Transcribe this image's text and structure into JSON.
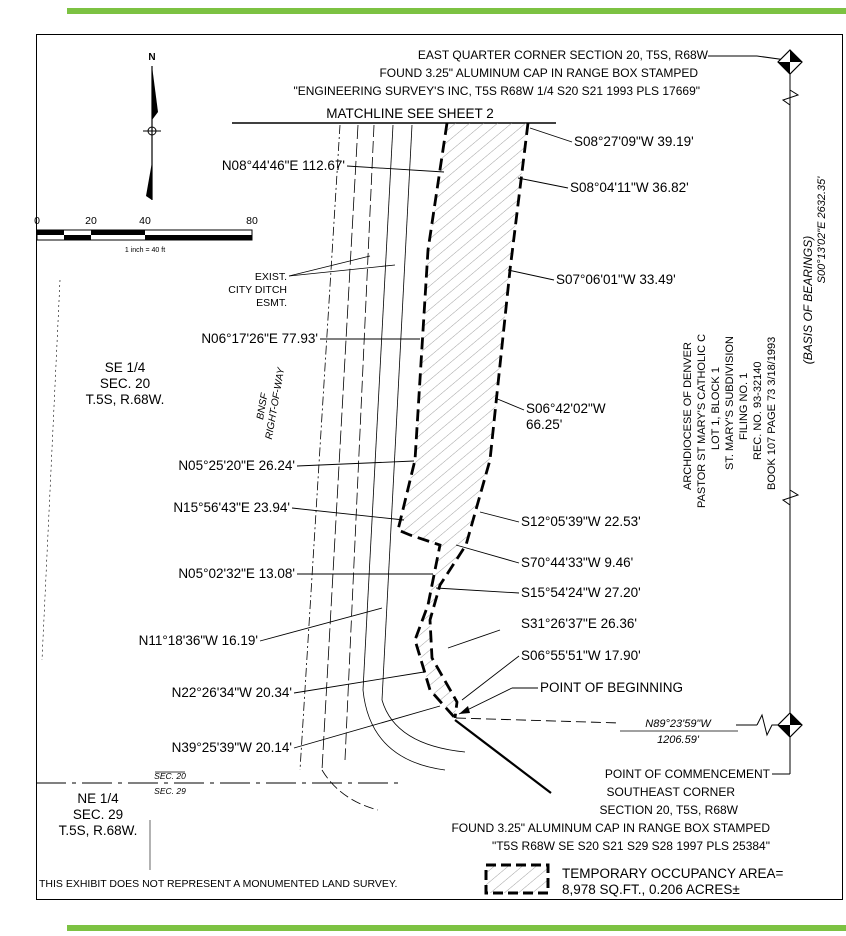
{
  "header_note": {
    "line1": "EAST QUARTER CORNER SECTION 20, T5S, R68W",
    "line2": "FOUND 3.25\" ALUMINUM CAP IN RANGE BOX STAMPED",
    "line3": "\"ENGINEERING SURVEY'S INC, T5S R68W 1/4 S20 S21 1993 PLS 17669\""
  },
  "matchline": "MATCHLINE SEE SHEET 2",
  "north_arrow": {
    "label": "N"
  },
  "scale_bar": {
    "ticks": [
      "0",
      "20",
      "40",
      "80"
    ],
    "caption": "1 inch = 40 ft"
  },
  "west_bearings": [
    "N08°44'46\"E  112.67'",
    "N06°17'26\"E  77.93'",
    "N05°25'20\"E  26.24'",
    "N15°56'43\"E  23.94'",
    "N05°02'32\"E  13.08'",
    "N11°18'36\"W  16.19'",
    "N22°26'34\"W  20.34'",
    "N39°25'39\"W  20.14'"
  ],
  "east_bearings": [
    "S08°27'09\"W  39.19'",
    "S08°04'11\"W  36.82'",
    "S07°06'01\"W  33.49'",
    "S06°42'02\"W",
    "66.25'",
    "S12°05'39\"W  22.53'",
    "S70°44'33\"W  9.46'",
    "S15°54'24\"W  27.20'",
    "S31°26'37\"E  26.36'",
    "S06°55'51\"W  17.90'"
  ],
  "point_of_beginning": "POINT OF BEGINNING",
  "city_ditch": [
    "EXIST.",
    "CITY DITCH",
    "ESMT."
  ],
  "bnsf": [
    "BNSF",
    "RIGHT-OF-WAY"
  ],
  "se_quarter": [
    "SE 1/4",
    "SEC. 20",
    "T.5S, R.68W."
  ],
  "ne_quarter": [
    "NE 1/4",
    "SEC. 29",
    "T.5S, R.68W."
  ],
  "section_line": {
    "top": "SEC. 20",
    "bottom": "SEC. 29"
  },
  "archdiocese": [
    "ARCHDIOCESE OF DENVER",
    "PASTOR ST MARY'S CATHOLIC C",
    "LOT 1, BLOCK 1",
    "ST.   MARY'S SUBDIVISION",
    "FILING NO. 1",
    "REC. NO. 93-32140",
    "BOOK 107 PAGE 73 3/18/1993"
  ],
  "basis_of_bearings": {
    "line1": "(BASIS OF BEARINGS)",
    "line2": "S00°13'02\"E 2632.35'"
  },
  "tie_line": {
    "bearing": "N89°23'59\"W",
    "distance": "1206.59'"
  },
  "commencement": [
    "POINT OF COMMENCEMENT",
    "SOUTHEAST CORNER",
    "SECTION 20, T5S, R68W",
    "FOUND 3.25\" ALUMINUM CAP IN RANGE BOX STAMPED",
    "\"T5S R68W SE S20 S21 S29 S28 1997 PLS 25384\""
  ],
  "disclaimer": "THIS EXHIBIT DOES NOT REPRESENT A MONUMENTED LAND SURVEY.",
  "legend": {
    "line1": "TEMPORARY OCCUPANCY AREA=",
    "line2": "8,978 SQ.FT., 0.206 ACRES±"
  }
}
